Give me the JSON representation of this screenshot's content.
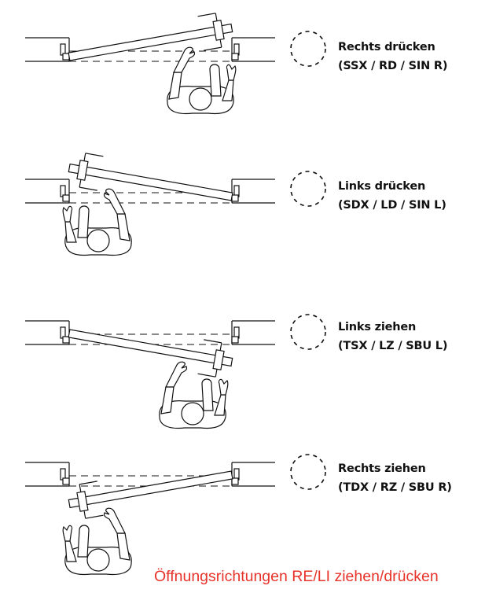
{
  "panels": [
    {
      "title": "Rechts drücken",
      "codes": "(SSX / RD / SIN R)"
    },
    {
      "title": "Links drücken",
      "codes": "(SDX / LD / SIN L)"
    },
    {
      "title": "Links ziehen",
      "codes": "(TSX / LZ / SBU L)"
    },
    {
      "title": "Rechts ziehen",
      "codes": "(TDX / RZ / SBU R)"
    }
  ],
  "caption": "Öffnungsrichtungen RE/LI ziehen/drücken",
  "colors": {
    "caption": "#e8332a",
    "lines": "#111111"
  }
}
